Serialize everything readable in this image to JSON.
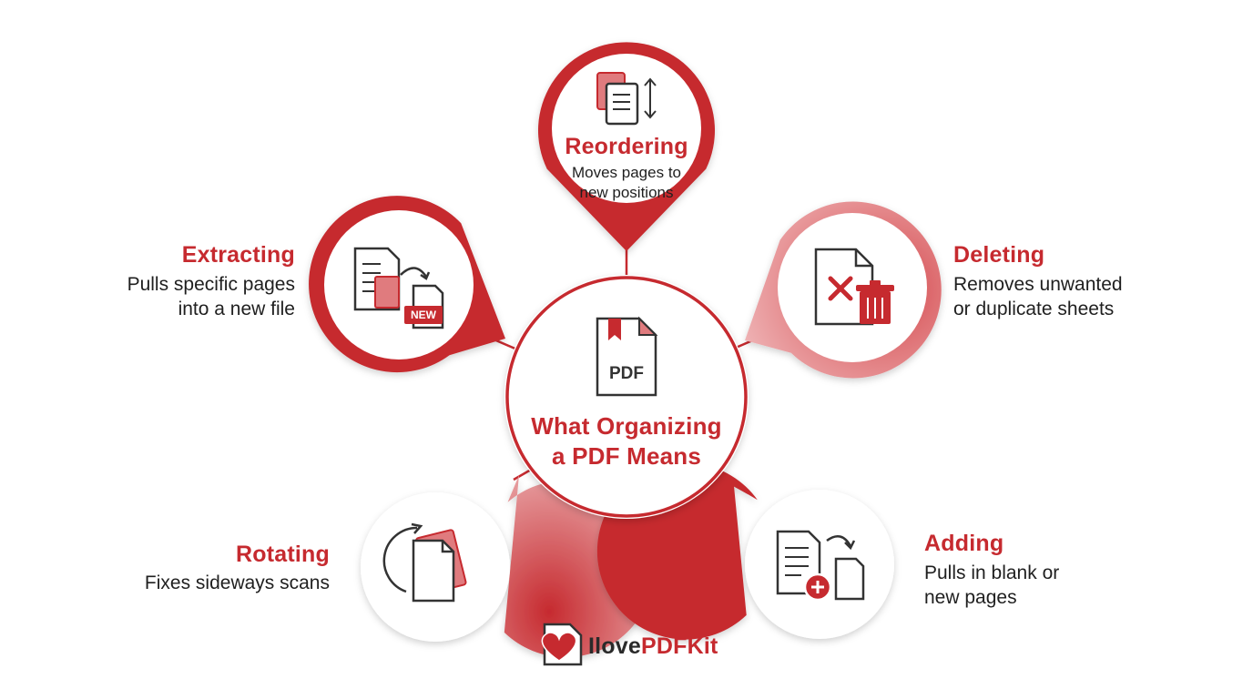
{
  "center": {
    "line1": "What Organizing",
    "line2": "a PDF Means",
    "icon_text": "PDF"
  },
  "nodes": {
    "reordering": {
      "title": "Reordering",
      "desc1": "Moves pages to",
      "desc2": "new positions"
    },
    "extracting": {
      "title": "Extracting",
      "desc1": "Pulls specific pages",
      "desc2": "into a new file",
      "badge": "NEW"
    },
    "deleting": {
      "title": "Deleting",
      "desc1": "Removes unwanted",
      "desc2": "or duplicate sheets"
    },
    "rotating": {
      "title": "Rotating",
      "desc1": "Fixes sideways scans"
    },
    "adding": {
      "title": "Adding",
      "desc1": "Pulls in blank or",
      "desc2": "new pages"
    }
  },
  "logo": {
    "part1": "Ilove",
    "part2": "PDFKit"
  },
  "colors": {
    "accent": "#c62a2f",
    "accent_light": "#e07b7e",
    "text": "#1f1f1f"
  },
  "icons": {
    "center": "pdf-file-icon",
    "reordering": "reorder-pages-icon",
    "extracting": "extract-pages-icon",
    "deleting": "delete-page-icon",
    "rotating": "rotate-page-icon",
    "adding": "add-page-icon",
    "logo": "heart-pdf-logo-icon"
  }
}
